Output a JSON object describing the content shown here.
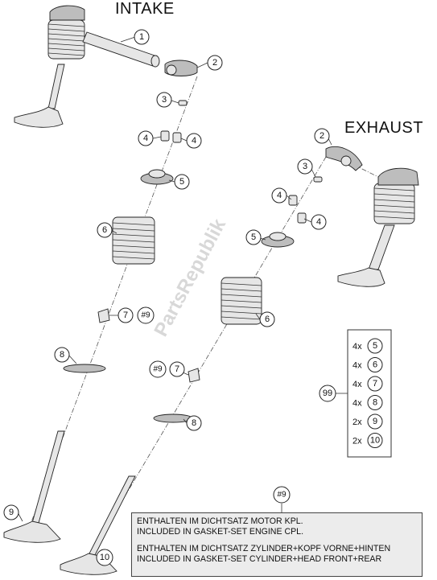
{
  "titles": {
    "intake": "INTAKE",
    "exhaust": "EXHAUST"
  },
  "callouts": {
    "c1": "1",
    "c2a": "2",
    "c2b": "2",
    "c3a": "3",
    "c3b": "3",
    "c4a": "4",
    "c4b": "4",
    "c4c": "4",
    "c4d": "4",
    "c5a": "5",
    "c5b": "5",
    "c6a": "6",
    "c6b": "6",
    "c7a": "7",
    "c7b": "7",
    "c8a": "8",
    "c8b": "8",
    "c9": "9",
    "c10": "10",
    "h9a": "#9",
    "h9b": "#9",
    "h9c": "#9"
  },
  "kit": {
    "ref": "99",
    "rows": [
      {
        "qty": "4x",
        "part": "5"
      },
      {
        "qty": "4x",
        "part": "6"
      },
      {
        "qty": "4x",
        "part": "7"
      },
      {
        "qty": "4x",
        "part": "8"
      },
      {
        "qty": "2x",
        "part": "9"
      },
      {
        "qty": "2x",
        "part": "10"
      }
    ]
  },
  "note": {
    "ref": "#9",
    "lines": [
      "ENTHALTEN IM DICHTSATZ MOTOR KPL.",
      "INCLUDED IN GASKET-SET ENGINE CPL.",
      "ENTHALTEN IM DICHTSATZ ZYLINDER+KOPF VORNE+HINTEN",
      "INCLUDED IN GASKET-SET CYLINDER+HEAD FRONT+REAR"
    ]
  },
  "watermark": "PartsRepublik"
}
